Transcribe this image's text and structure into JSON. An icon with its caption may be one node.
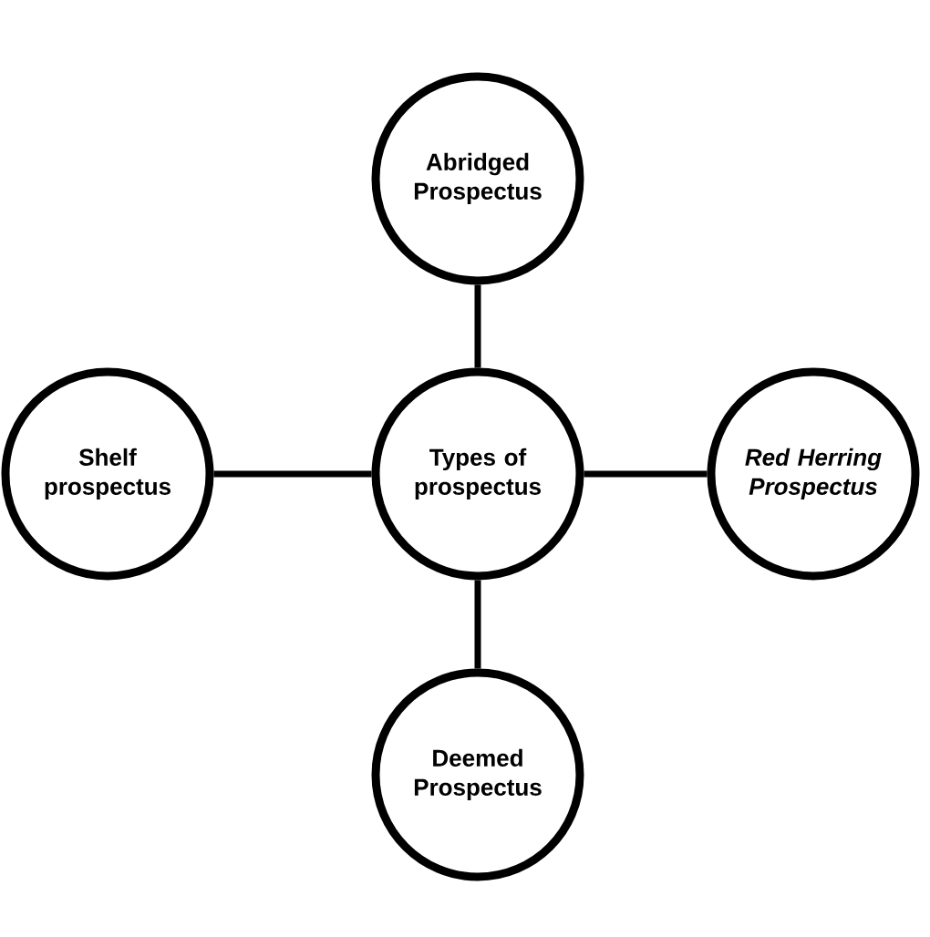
{
  "diagram": {
    "nodes": [
      {
        "text": [
          "Abridged Prospectus"
        ]
      },
      {
        "text": [
          "Shelf prospectus"
        ]
      },
      {
        "text": [
          "Types of prospectus"
        ]
      },
      {
        "text": [
          "Red Herring Prospectus"
        ]
      },
      {
        "text": [
          "Deemed Prospectus"
        ]
      }
    ],
    "edges": [
      {
        "from": 2,
        "to": 0,
        "arrow": "none"
      },
      {
        "from": 2,
        "to": 1,
        "arrow": "none"
      },
      {
        "from": 2,
        "to": 3,
        "arrow": "none"
      },
      {
        "from": 2,
        "to": 4,
        "arrow": "none"
      }
    ]
  }
}
